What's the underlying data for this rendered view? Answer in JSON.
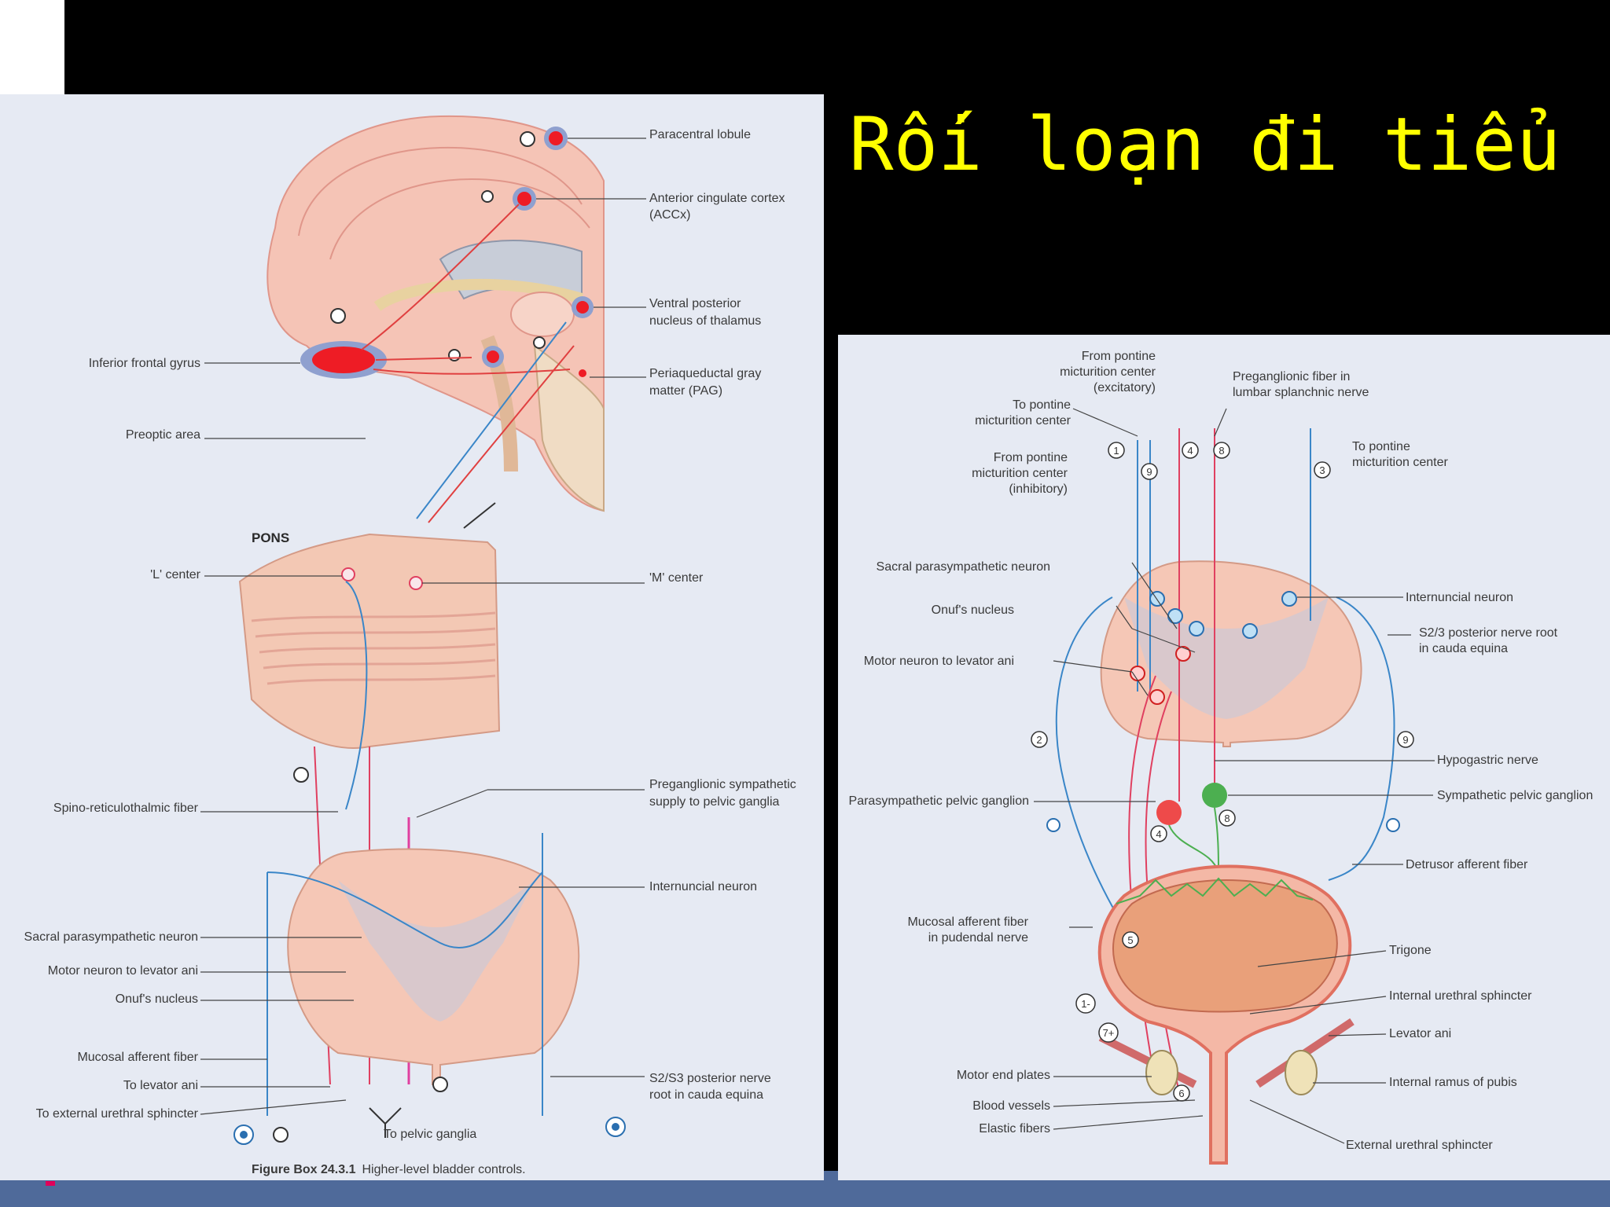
{
  "slide": {
    "title": "Rối loạn đi tiểu",
    "accent_color": "#ffff00",
    "background_color": "#000000",
    "footer_bar_color": "#4f6a9a"
  },
  "left_figure": {
    "caption_bold": "Figure Box 24.3.1",
    "caption_text": "Higher-level bladder controls.",
    "labels": {
      "paracentral": "Paracentral lobule",
      "acc1": "Anterior cingulate cortex",
      "acc2": "(ACCx)",
      "vpn1": "Ventral posterior",
      "vpn2": "nucleus of thalamus",
      "pag1": "Periaqueductal gray",
      "pag2": "matter (PAG)",
      "ifg": "Inferior frontal gyrus",
      "preoptic": "Preoptic area",
      "pons": "PONS",
      "l_center": "'L' center",
      "m_center": "'M' center",
      "spino": "Spino-reticulothalmic fiber",
      "pregang1": "Preganglionic sympathetic",
      "pregang2": "supply to pelvic ganglia",
      "internuncial": "Internuncial neuron",
      "sacral": "Sacral parasympathetic neuron",
      "motor": "Motor neuron to levator ani",
      "onuf": "Onuf's nucleus",
      "mucosal": "Mucosal afferent fiber",
      "to_levator": "To levator ani",
      "to_external": "To external urethral sphincter",
      "to_pelvic": "To pelvic ganglia",
      "s2s3_1": "S2/S3 posterior nerve",
      "s2s3_2": "root in cauda equina"
    }
  },
  "right_figure": {
    "labels": {
      "from_exc1": "From pontine",
      "from_exc2": "micturition center",
      "from_exc3": "(excitatory)",
      "pregang1": "Preganglionic fiber in",
      "pregang2": "lumbar splanchnic nerve",
      "to_pont1": "To pontine",
      "to_pont2": "micturition center",
      "from_inh1": "From pontine",
      "from_inh2": "micturition center",
      "from_inh3": "(inhibitory)",
      "to_pont_r1": "To pontine",
      "to_pont_r2": "micturition center",
      "sacral": "Sacral parasympathetic neuron",
      "onuf": "Onuf's nucleus",
      "motor": "Motor neuron to levator ani",
      "internuncial": "Internuncial neuron",
      "s23_1": "S2/3 posterior nerve root",
      "s23_2": "in cauda equina",
      "hypogastric": "Hypogastric nerve",
      "para_ganglion": "Parasympathetic pelvic ganglion",
      "symp_ganglion": "Sympathetic pelvic ganglion",
      "detrusor": "Detrusor afferent fiber",
      "mucosal1": "Mucosal afferent fiber",
      "mucosal2": "in pudendal nerve",
      "trigone": "Trigone",
      "internal_sph": "Internal urethral sphincter",
      "levator": "Levator ani",
      "motor_end": "Motor end plates",
      "ramus": "Internal ramus of pubis",
      "blood": "Blood vessels",
      "elastic": "Elastic fibers",
      "external_sph": "External urethral sphincter"
    },
    "markers": [
      "1",
      "9",
      "4",
      "8",
      "3",
      "2",
      "9",
      "4",
      "8",
      "5",
      "1-",
      "7+",
      "6"
    ]
  }
}
